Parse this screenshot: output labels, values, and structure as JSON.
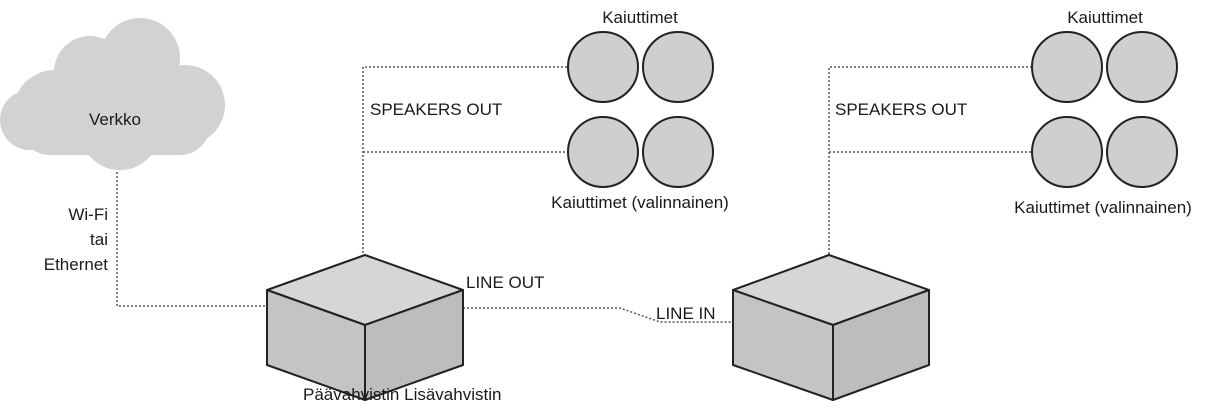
{
  "network": {
    "label": "Verkko"
  },
  "connection": {
    "line1": "Wi-Fi",
    "line2": "tai",
    "line3": "Ethernet"
  },
  "main_amp": {
    "speakers_out_label": "SPEAKERS OUT",
    "line_out_label": "LINE OUT",
    "speakers_label": "Kaiuttimet",
    "optional_speakers_label": "Kaiuttimet (valinnainen)"
  },
  "secondary_amp": {
    "speakers_out_label": "SPEAKERS OUT",
    "line_in_label": "LINE IN",
    "speakers_label": "Kaiuttimet",
    "optional_speakers_label": "Kaiuttimet (valinnainen)"
  },
  "caption": "Päävahvistin Lisävahvistin",
  "colors": {
    "cloud": "#d2d2d2",
    "speaker": "#cfcfcf",
    "box_top": "#d6d6d6",
    "box_side": "#c4c4c4",
    "stroke": "#222222",
    "cable": "#555555"
  }
}
